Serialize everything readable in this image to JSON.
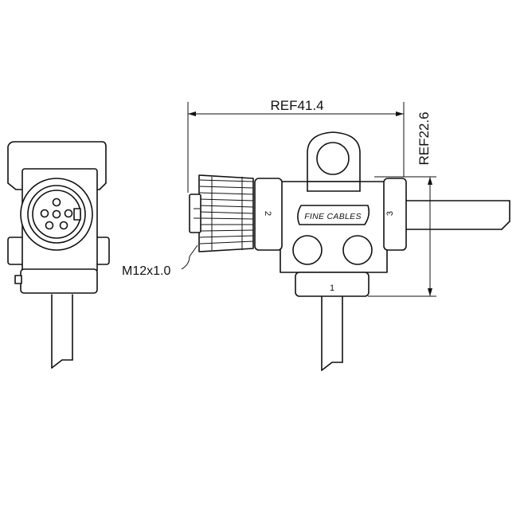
{
  "drawing": {
    "dimension_length": "REF41.4",
    "dimension_height": "REF22.6",
    "thread_callout": "M12x1.0",
    "port_1": "1",
    "port_2": "2",
    "port_3": "3",
    "brand_logo": "FINE CABLES"
  }
}
